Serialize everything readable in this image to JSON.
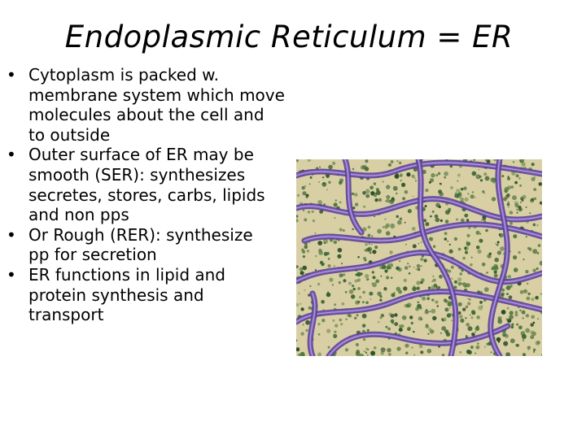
{
  "slide": {
    "title": "Endoplasmic Reticulum = ER",
    "bullet_marker": "•",
    "bullets": [
      {
        "text": "Cytoplasm is packed w.\nmembrane system which move\nmolecules about the cell and\nto outside"
      },
      {
        "text": "Outer surface of ER may be\nsmooth (SER): synthesizes\nsecretes, stores, carbs, lipids\nand non pps"
      },
      {
        "text": "Or Rough (RER): synthesize\npp for secretion"
      },
      {
        "text": "ER functions in  lipid and\nprotein synthesis and\ntransport"
      }
    ]
  },
  "colors": {
    "background": "#ffffff",
    "text": "#000000",
    "micrograph_base": "#d9cfa4",
    "membrane": "#7b5fb8",
    "ribosome": "#2f5a2c"
  }
}
